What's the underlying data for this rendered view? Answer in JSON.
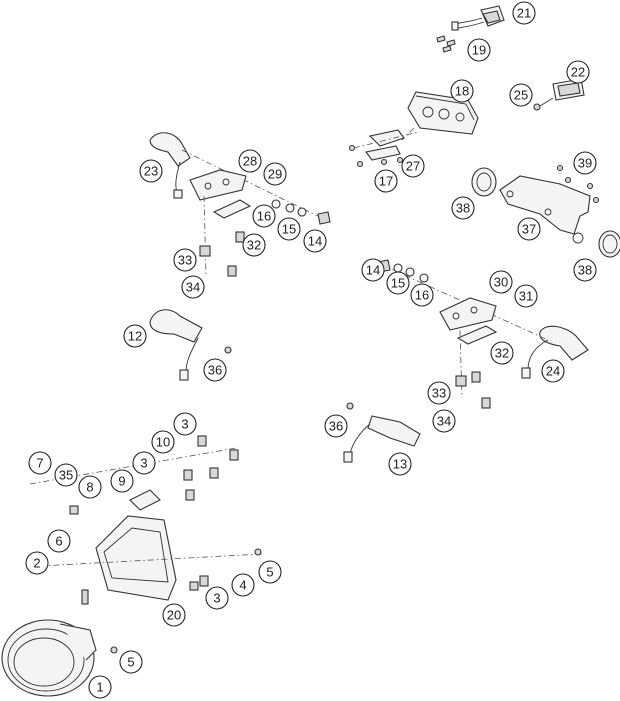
{
  "callouts": [
    {
      "id": "c21",
      "label": "21"
    },
    {
      "id": "c19",
      "label": "19"
    },
    {
      "id": "c22",
      "label": "22"
    },
    {
      "id": "c25",
      "label": "25"
    },
    {
      "id": "c18",
      "label": "18"
    },
    {
      "id": "c27",
      "label": "27"
    },
    {
      "id": "c17",
      "label": "17"
    },
    {
      "id": "c39",
      "label": "39"
    },
    {
      "id": "c38a",
      "label": "38"
    },
    {
      "id": "c37",
      "label": "37"
    },
    {
      "id": "c38b",
      "label": "38"
    },
    {
      "id": "c23",
      "label": "23"
    },
    {
      "id": "c28",
      "label": "28"
    },
    {
      "id": "c29",
      "label": "29"
    },
    {
      "id": "c16a",
      "label": "16"
    },
    {
      "id": "c15a",
      "label": "15"
    },
    {
      "id": "c14a",
      "label": "14"
    },
    {
      "id": "c32a",
      "label": "32"
    },
    {
      "id": "c33a",
      "label": "33"
    },
    {
      "id": "c34a",
      "label": "34"
    },
    {
      "id": "c14b",
      "label": "14"
    },
    {
      "id": "c15b",
      "label": "15"
    },
    {
      "id": "c16b",
      "label": "16"
    },
    {
      "id": "c30",
      "label": "30"
    },
    {
      "id": "c31",
      "label": "31"
    },
    {
      "id": "c12",
      "label": "12"
    },
    {
      "id": "c36a",
      "label": "36"
    },
    {
      "id": "c32b",
      "label": "32"
    },
    {
      "id": "c24",
      "label": "24"
    },
    {
      "id": "c33b",
      "label": "33"
    },
    {
      "id": "c34b",
      "label": "34"
    },
    {
      "id": "c36b",
      "label": "36"
    },
    {
      "id": "c13",
      "label": "13"
    },
    {
      "id": "c3a",
      "label": "3"
    },
    {
      "id": "c10",
      "label": "10"
    },
    {
      "id": "c7",
      "label": "7"
    },
    {
      "id": "c35",
      "label": "35"
    },
    {
      "id": "c3b",
      "label": "3"
    },
    {
      "id": "c9",
      "label": "9"
    },
    {
      "id": "c8",
      "label": "8"
    },
    {
      "id": "c6",
      "label": "6"
    },
    {
      "id": "c2",
      "label": "2"
    },
    {
      "id": "c5a",
      "label": "5"
    },
    {
      "id": "c4",
      "label": "4"
    },
    {
      "id": "c3c",
      "label": "3"
    },
    {
      "id": "c20",
      "label": "20"
    },
    {
      "id": "c5b",
      "label": "5"
    },
    {
      "id": "c1",
      "label": "1"
    }
  ]
}
